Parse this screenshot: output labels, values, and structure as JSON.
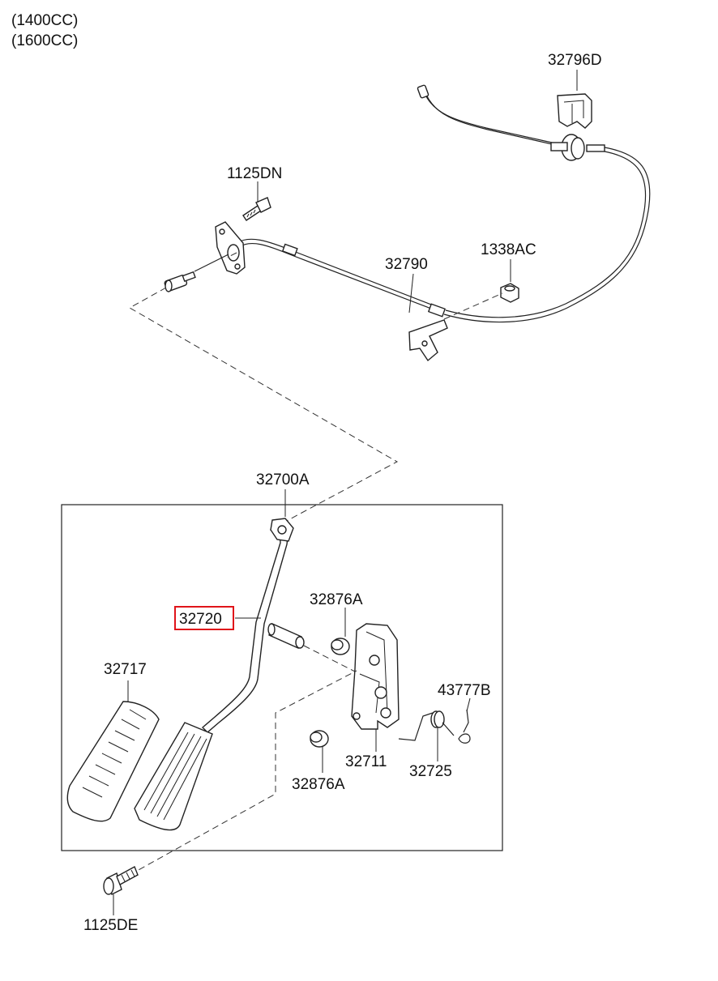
{
  "header": {
    "line1": "(1400CC)",
    "line2": "(1600CC)"
  },
  "callouts": {
    "p32796D": "32796D",
    "p1125DN": "1125DN",
    "p32790": "32790",
    "p1338AC": "1338AC",
    "p32700A": "32700A",
    "p32720": "32720",
    "p32876A_top": "32876A",
    "p32717": "32717",
    "p43777B": "43777B",
    "p32711": "32711",
    "p32725": "32725",
    "p32876A_bottom": "32876A",
    "p1125DE": "1125DE"
  },
  "highlight": {
    "part": "32720",
    "color": "#e0141a"
  }
}
